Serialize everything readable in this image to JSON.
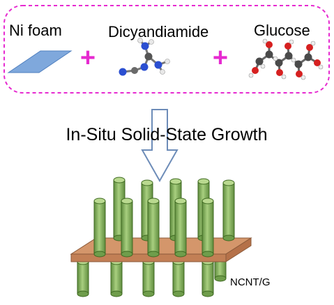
{
  "reactants": {
    "ni_foam_label": "Ni foam",
    "dicyandiamide_label": "Dicyandiamide",
    "glucose_label": "Glucose",
    "plus_symbol": "+"
  },
  "process": {
    "label": "In-Situ Solid-State Growth"
  },
  "product": {
    "label": "NCNT/G"
  },
  "colors": {
    "dashed_border": "#e62ad0",
    "plus": "#e62ad0",
    "ni_foam": "#7fa8dc",
    "tube": "#8dbb66",
    "tube_top": "#b9d98f",
    "substrate": "#d4966b"
  }
}
